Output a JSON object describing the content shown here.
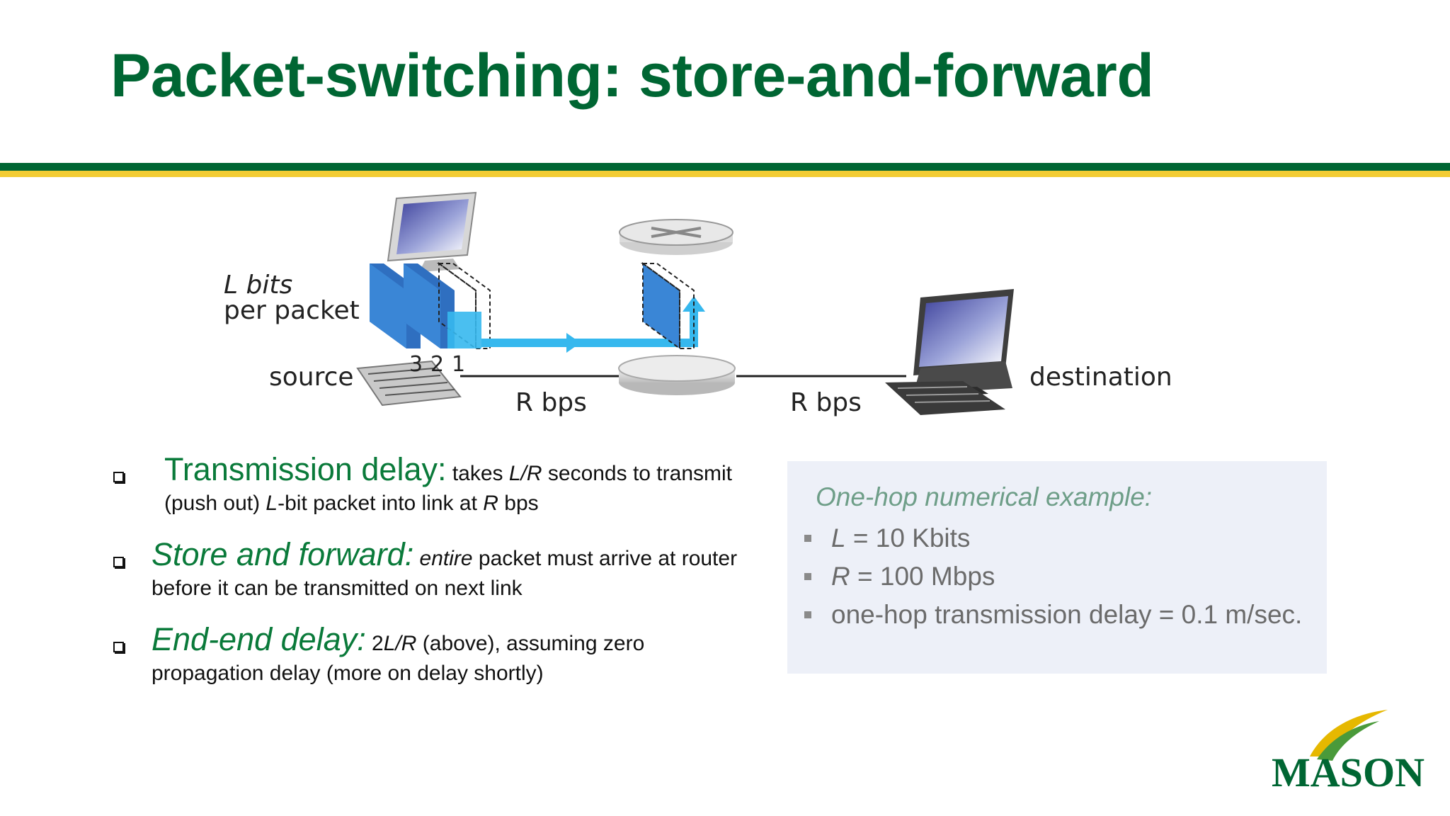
{
  "title": "Packet-switching: store-and-forward",
  "diagram": {
    "l_bits_line1": "L bits",
    "l_bits_line2": "per packet",
    "packet_numbers": [
      "3",
      "2",
      "1"
    ],
    "source_label": "source",
    "destination_label": "destination",
    "link1_rate": "R bps",
    "link2_rate": "R bps"
  },
  "bullets": [
    {
      "term": "Transmission delay:",
      "text1": " takes ",
      "v1": "L/R",
      "text2": " seconds to transmit (push out) ",
      "v2": "L",
      "text3": "-bit packet into link at ",
      "v3": "R",
      "text4": " bps"
    },
    {
      "term": "Store and forward:",
      "em": " entire",
      "text": " packet must  arrive at router before it can be transmitted on next link"
    },
    {
      "term": "End-end delay:",
      "text_a": " 2",
      "em": "L/R",
      "text_b": " (above), assuming zero propagation delay (more on delay shortly)"
    }
  ],
  "example": {
    "heading": "One-hop numerical example:",
    "items": [
      {
        "var": "L",
        "rest": " = 10 Kbits"
      },
      {
        "var": "R",
        "rest": " = 100 Mbps"
      },
      {
        "var": "",
        "rest": "one-hop transmission delay = 0.1 m/sec."
      }
    ]
  },
  "logo": {
    "text": "MASON"
  },
  "colors": {
    "title_green": "#006633",
    "accent_gold": "#f2cc34",
    "packet_blue": "#3a86d6",
    "link_cyan": "#36b8ee",
    "example_bg": "#edf0f8"
  }
}
